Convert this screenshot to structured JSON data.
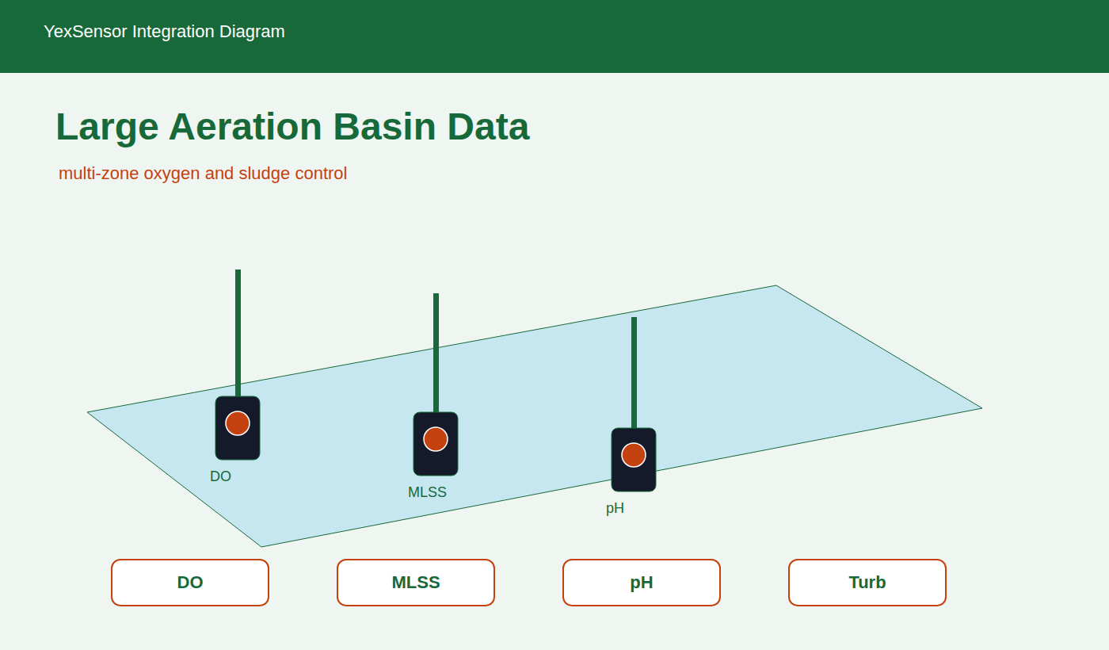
{
  "diagram": {
    "title": "Large Aeration Basin Data",
    "caption": "multi-zone oxygen and sludge control",
    "nodes": [
      {
        "text": [
          "DO"
        ]
      },
      {
        "text": [
          "MLSS"
        ]
      },
      {
        "text": [
          "pH"
        ]
      },
      {
        "text": [
          "Turb"
        ]
      }
    ],
    "labels": [
      "YexSensor Integration Diagram",
      "DO",
      "MLSS",
      "pH"
    ]
  }
}
